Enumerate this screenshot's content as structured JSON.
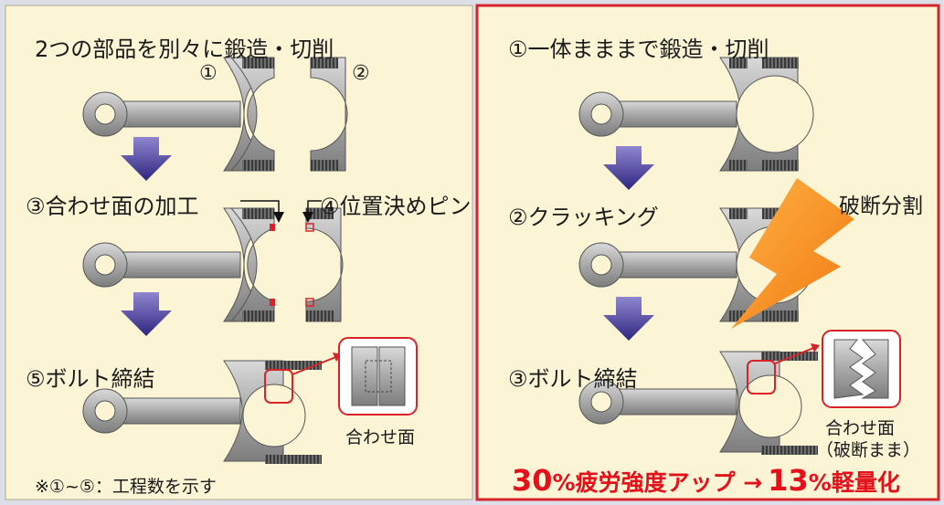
{
  "left": {
    "title": "2つの部品を別々に鍛造・切削",
    "part1": "①",
    "part2": "②",
    "step3": "③合わせ面の加工",
    "step4": "④位置決めピン",
    "step5": "⑤ボルト締結",
    "mating": "合わせ面",
    "footnote": "※①~⑤：工程数を示す"
  },
  "right": {
    "title": "①一体まままで鍛造・切削",
    "step2": "②クラッキング",
    "fracture": "破断分割",
    "step3": "③ボルト締結",
    "mating": "合わせ面",
    "mating_note": "（破断まま）",
    "result_p1": "30",
    "result_p2": "%疲労強度アップ →",
    "result_p3": "13",
    "result_p4": "%軽量化"
  },
  "colors": {
    "panel_bg": "#fbf4d5",
    "divider_red": "#d6242a",
    "arrow_blue": "#4b3f9e",
    "lightning": "#f58a1f",
    "rod_gray": "#b8b8b8"
  }
}
